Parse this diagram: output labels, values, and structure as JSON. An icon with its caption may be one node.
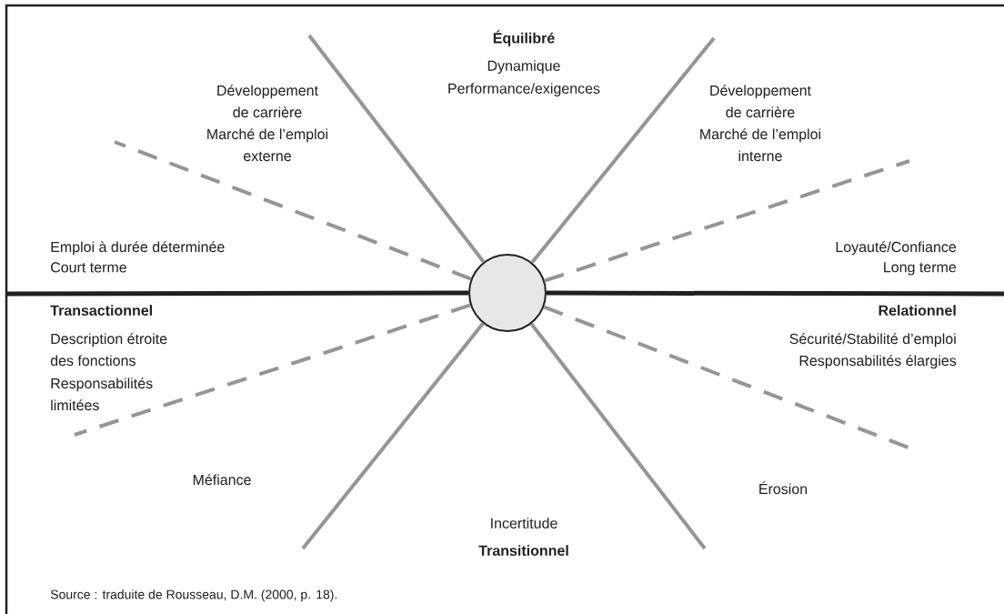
{
  "diagram": {
    "caption": "Source : traduite de Rousseau, D.M. (2000, p. 18).",
    "nodes": [
      {
        "text": [],
        "shape": "circle"
      }
    ],
    "labels": [
      "Équilibré",
      "Dynamique",
      "Performance/exigences",
      "Développement de carrière",
      "Marché de l’emploi externe",
      "Développement de carrière",
      "Marché de l’emploi interne",
      "Emploi à durée déterminée",
      "Court terme",
      "Loyauté/Confiance",
      "Long terme",
      "Transactionnel",
      "Description étroite des fonctions",
      "Responsabilités limitées",
      "Relationnel",
      "Sécurité/Stabilité d’emploi",
      "Responsabilités élargies",
      "Méfiance",
      "Érosion",
      "Incertitude",
      "Transitionnel"
    ]
  }
}
